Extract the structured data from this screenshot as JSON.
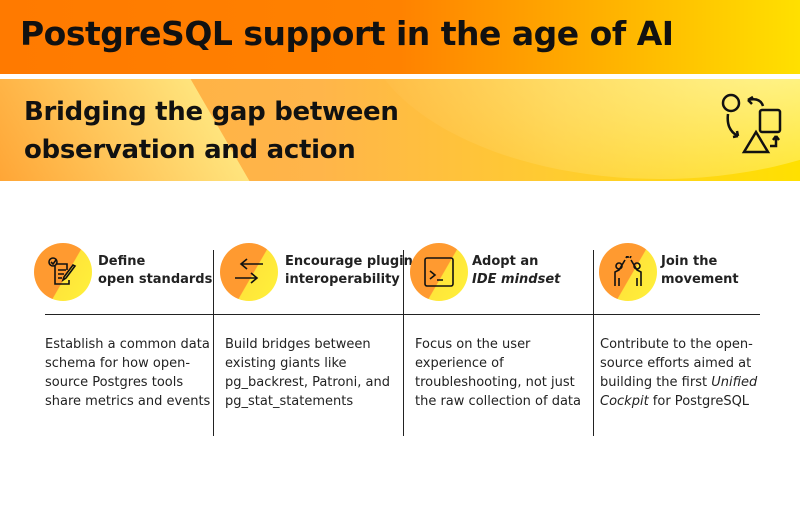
{
  "header": {
    "title": "PostgreSQL support in the age of AI"
  },
  "banner": {
    "line1": "Bridging the gap between",
    "line2": "observation and action",
    "icon": "cycle-shapes-icon"
  },
  "columns": [
    {
      "icon": "checklist-pencil-icon",
      "title1": "Define",
      "title2": "open standards",
      "body": [
        "Establish a common data",
        "schema for how open-",
        "source Postgres tools",
        "share metrics and events"
      ]
    },
    {
      "icon": "arrows-exchange-icon",
      "title1": "Encourage plugin",
      "title2": "interoperability",
      "body": [
        "Build bridges between",
        "existing giants like",
        "pg_backrest, Patroni, and",
        "pg_stat_statements"
      ]
    },
    {
      "icon": "terminal-icon",
      "title1": "Adopt an",
      "title2": "IDE mindset",
      "body": [
        "Focus on the user",
        "experience of",
        "troubleshooting, not just",
        "the raw collection of data"
      ]
    },
    {
      "icon": "high-five-icon",
      "title1": "Join the",
      "title2": "movement",
      "body": [
        "Contribute to the open-",
        "source efforts aimed at",
        "building the first ",
        "Unified",
        "Cockpit",
        " for PostgreSQL"
      ]
    }
  ]
}
